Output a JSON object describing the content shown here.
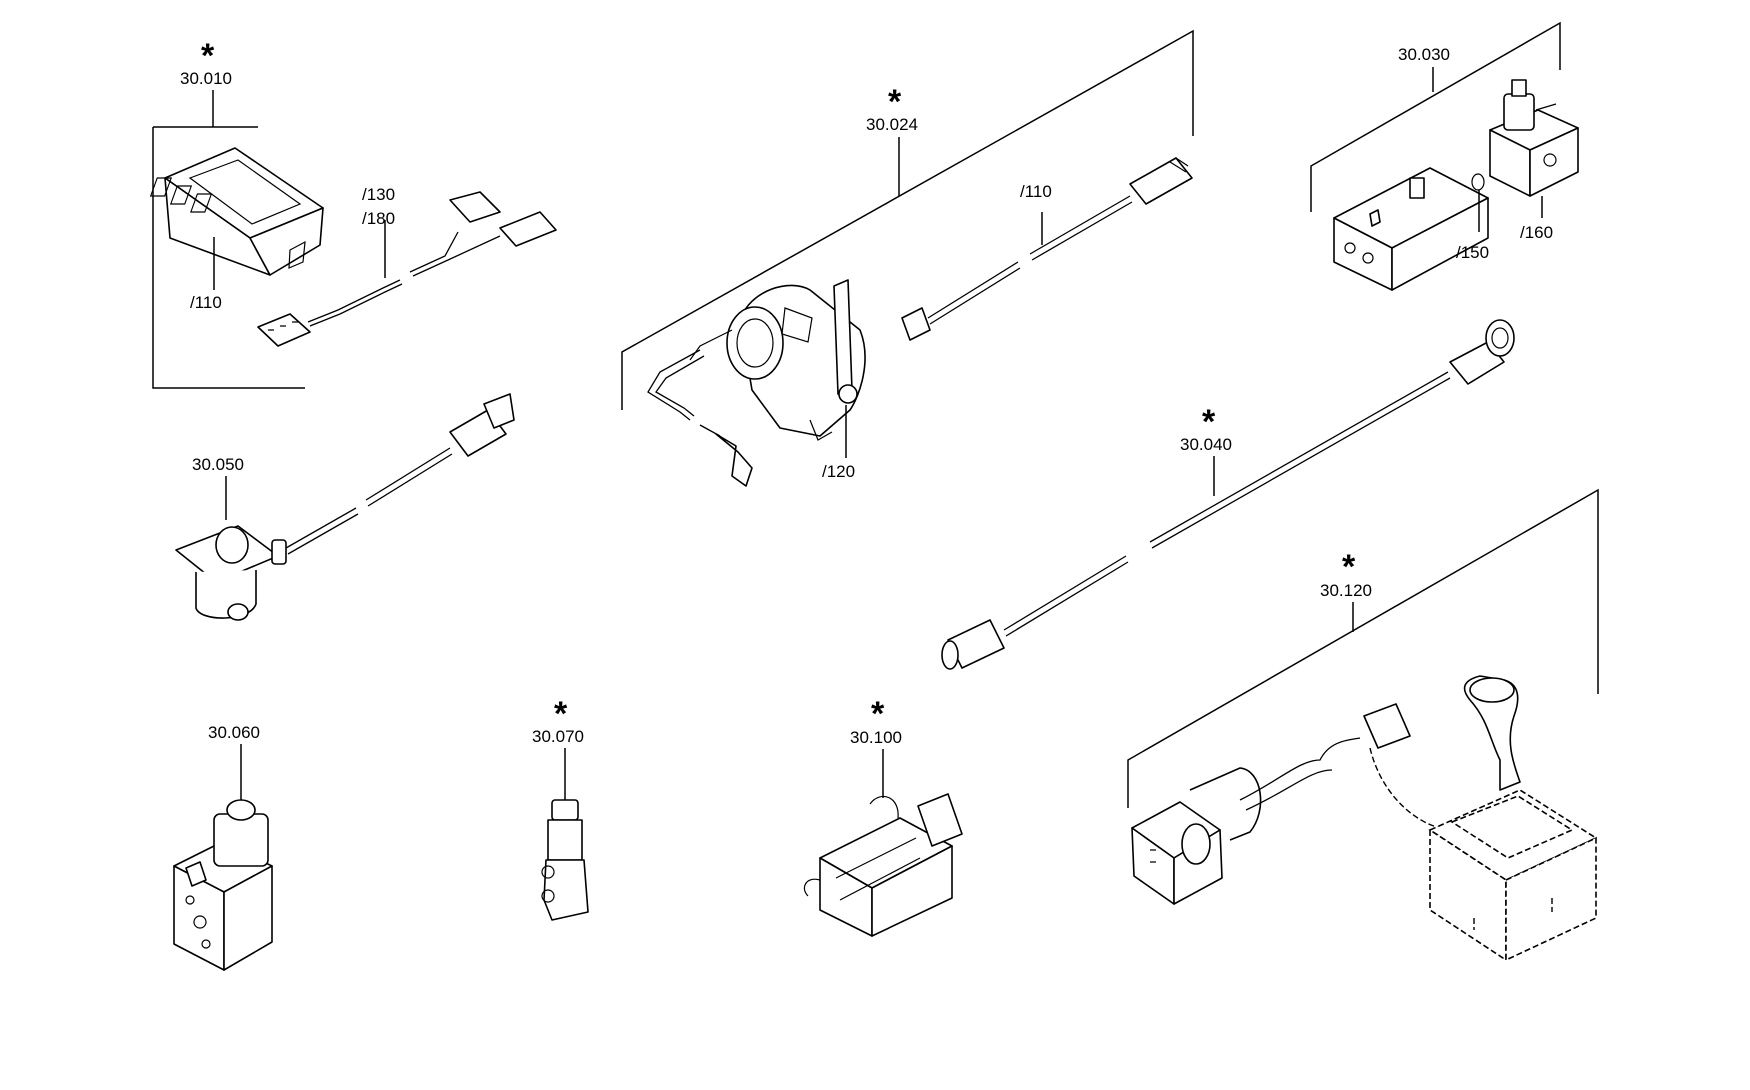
{
  "labels": {
    "l_30010": "30.010",
    "l_30024": "30.024",
    "l_30030": "30.030",
    "l_30050": "30.050",
    "l_30040": "30.040",
    "l_30120": "30.120",
    "l_30060": "30.060",
    "l_30070": "30.070",
    "l_30100": "30.100",
    "l_110a": "/110",
    "l_130": "/130",
    "l_180": "/180",
    "l_110b": "/110",
    "l_120": "/120",
    "l_150": "/150",
    "l_160": "/160"
  },
  "marker": "*"
}
